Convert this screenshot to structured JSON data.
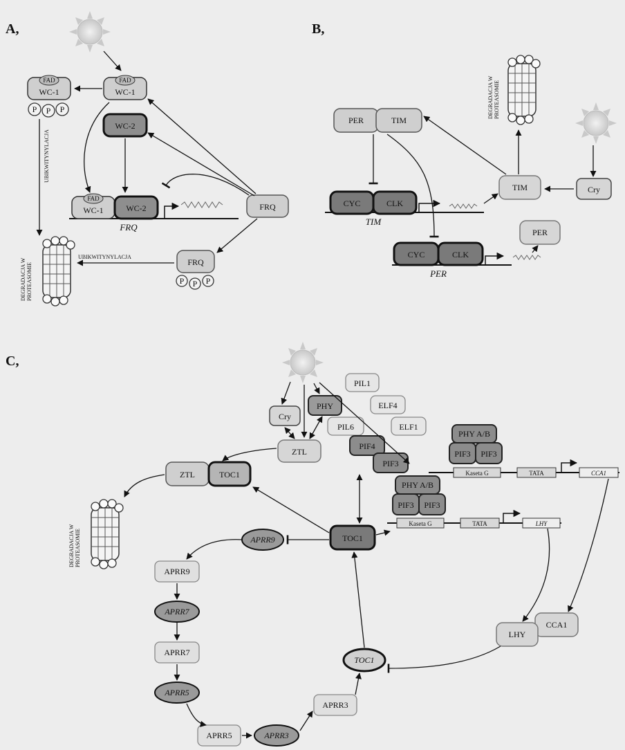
{
  "panel_a": {
    "label": "A,",
    "wc1_top": "WC-1",
    "fad_top": "FAD",
    "wc1_left": "WC-1",
    "fad_left": "FAD",
    "wc2": "WC-2",
    "wc1_gene": "WC-1",
    "fad_gene": "FAD",
    "wc2_gene": "WC-2",
    "gene_label": "FRQ",
    "frq_protein": "FRQ",
    "frq_p": "FRQ",
    "phospho": "P",
    "ubi_vertical": "UBIKWITYNYLACJA",
    "ubi_horizontal": "UBIKWITYNYLACJA",
    "degradation": [
      "DEGRADACJA W",
      "PROTEASOMIE"
    ]
  },
  "panel_b": {
    "label": "B,",
    "per_top": "PER",
    "tim_top": "TIM",
    "cyc_1": "CYC",
    "clk_1": "CLK",
    "gene_tim": "TIM",
    "cyc_2": "CYC",
    "clk_2": "CLK",
    "gene_per": "PER",
    "tim_right": "TIM",
    "per_right": "PER",
    "cry": "Cry",
    "degradation": [
      "DEGRADACJA W",
      "PROTEASOMIE"
    ]
  },
  "panel_c": {
    "label": "C,",
    "cry": "Cry",
    "phy": "PHY",
    "pil1": "PIL1",
    "elf4": "ELF4",
    "pil6": "PIL6",
    "elf1": "ELF1",
    "ztl": "ZTL",
    "pif4": "PIF4",
    "pif3": "PIF3",
    "ztl_complex": "ZTL",
    "toc1_complex": "TOC1",
    "phy_ab_1": "PHY A/B",
    "pif3_1a": "PIF3",
    "pif3_1b": "PIF3",
    "kaseta_1": "Kaseta G",
    "tata_1": "TATA",
    "cca1_gene": "CCA1",
    "phy_ab_2": "PHY A/B",
    "pif3_2a": "PIF3",
    "pif3_2b": "PIF3",
    "kaseta_2": "Kaseta G",
    "tata_2": "TATA",
    "lhy_gene": "LHY",
    "toc1": "TOC1",
    "aprr9_gene": "APRR9",
    "aprr9": "APRR9",
    "aprr7_gene": "APRR7",
    "aprr7": "APRR7",
    "aprr5_gene": "APRR5",
    "aprr5": "APRR5",
    "aprr3_gene": "APRR3",
    "aprr3": "APRR3",
    "toc1_gene": "TOC1",
    "lhy": "LHY",
    "cca1": "CCA1",
    "degradation": [
      "DEGRADACJA W",
      "PROTEASOMIE"
    ]
  }
}
